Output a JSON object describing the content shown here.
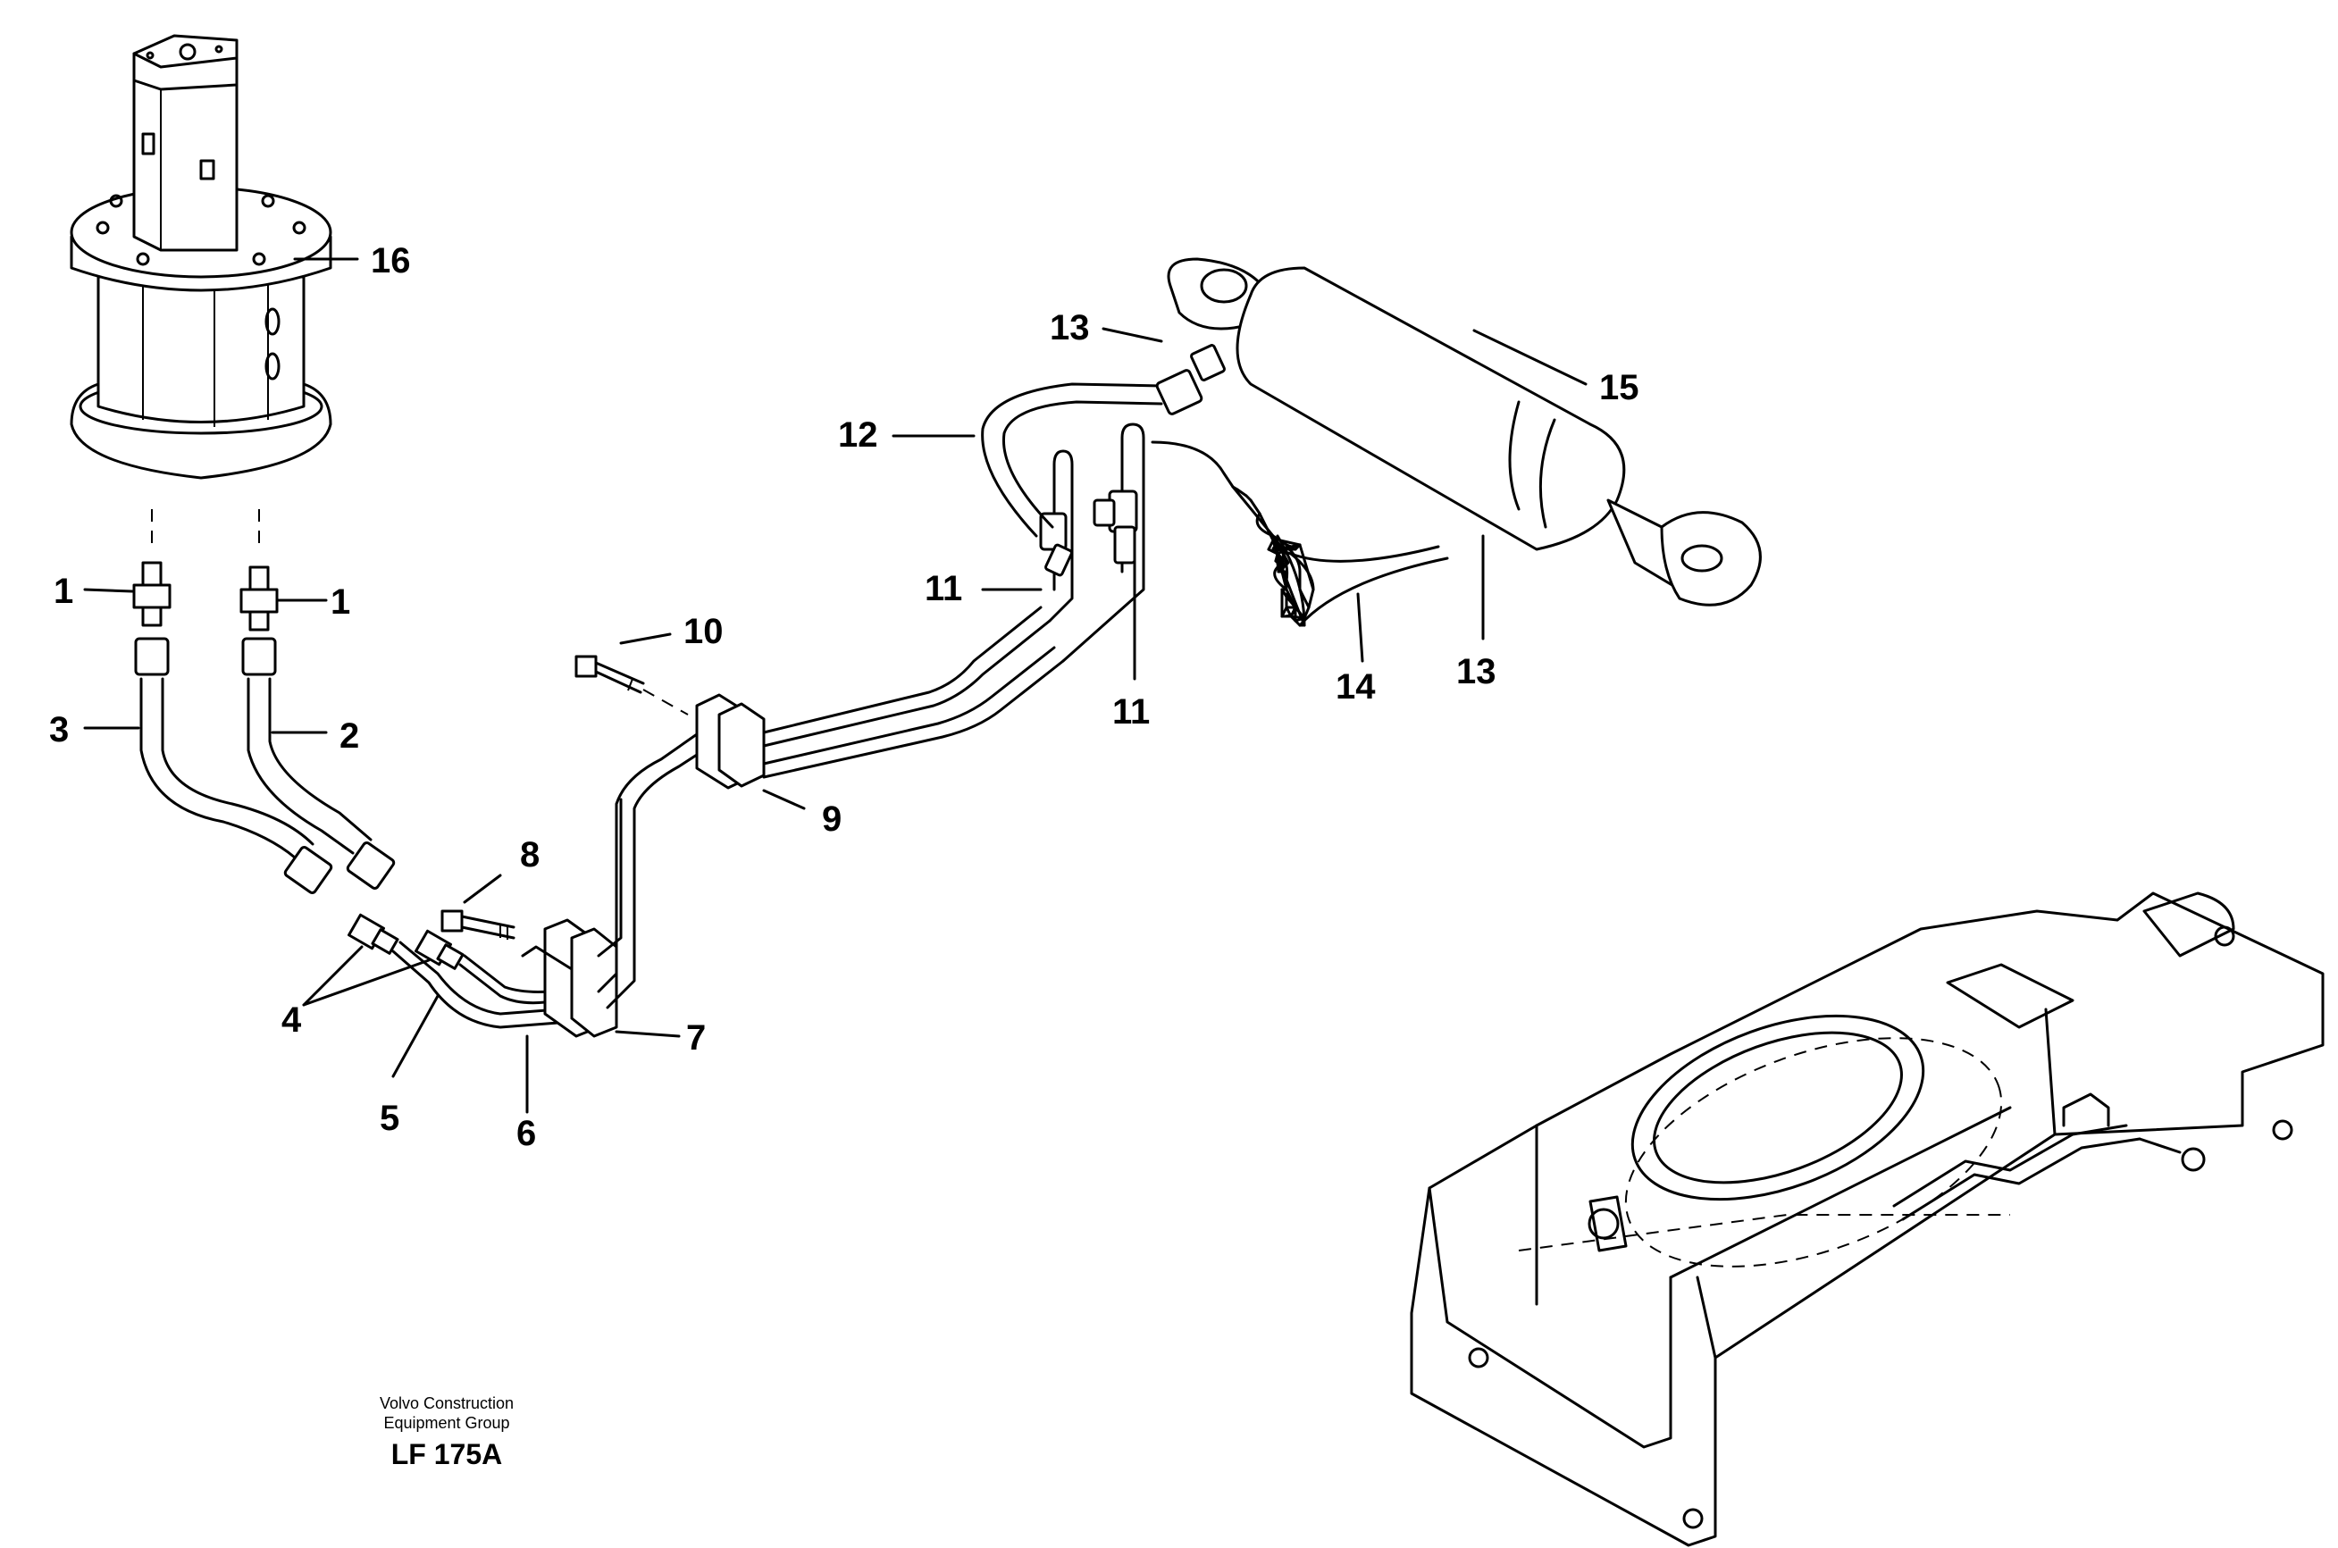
{
  "footer": {
    "org_line1": "Volvo Construction",
    "org_line2": "Equipment Group",
    "code": "LF 175A"
  },
  "callouts": {
    "n1a": "1",
    "n1b": "1",
    "n2": "2",
    "n3": "3",
    "n4": "4",
    "n5": "5",
    "n6": "6",
    "n7": "7",
    "n8": "8",
    "n9": "9",
    "n10": "10",
    "n11a": "11",
    "n11b": "11",
    "n12": "12",
    "n13a": "13",
    "n13b": "13",
    "n14": "14",
    "n15": "15",
    "n16": "16"
  }
}
